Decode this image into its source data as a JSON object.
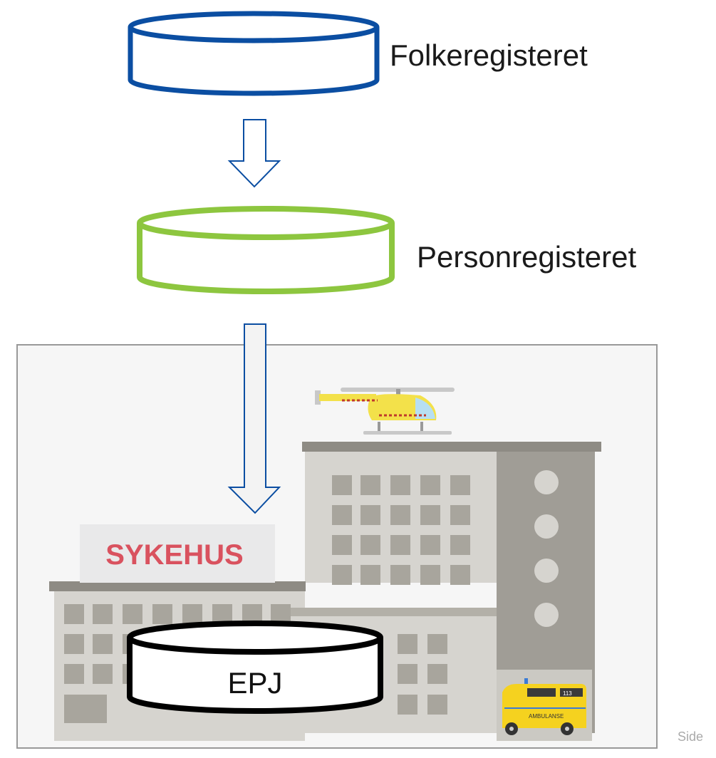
{
  "registers": {
    "folkeregisteret": {
      "label": "Folkeregisteret",
      "color": "#0b4ea2"
    },
    "personregisteret": {
      "label": "Personregisteret",
      "color": "#8dc63f"
    },
    "epj": {
      "label": "EPJ",
      "color": "#000000"
    }
  },
  "hospital": {
    "sign": "SYKEHUS",
    "ambulance_label": "AMBULANSE",
    "ambulance_number": "113"
  },
  "arrow_color": "#0b4ea2",
  "footer": {
    "page_label": "Side"
  }
}
